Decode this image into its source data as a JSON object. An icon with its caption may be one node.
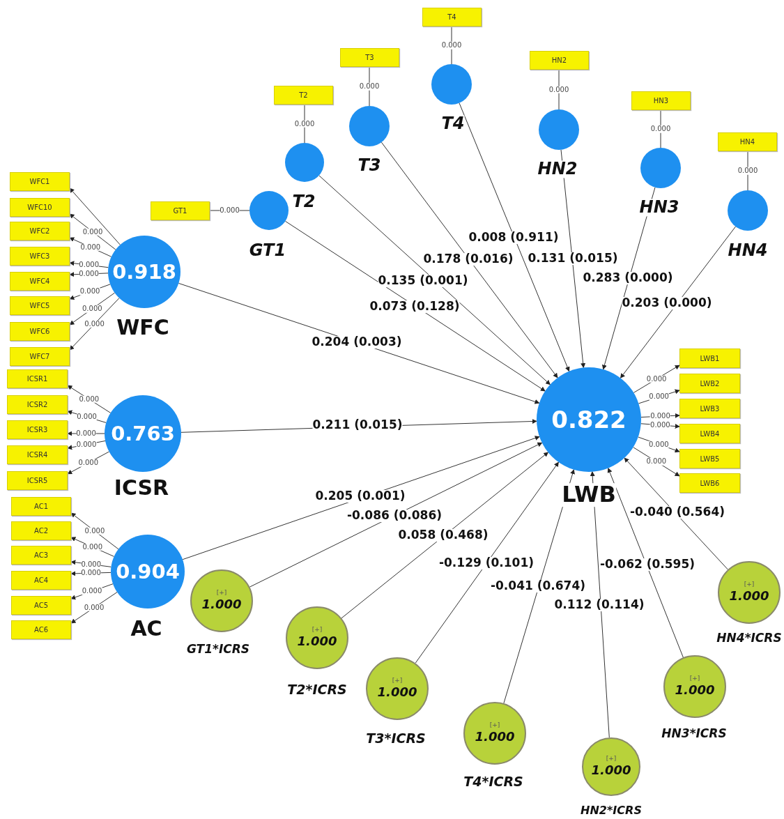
{
  "diagram": {
    "nodes": [
      {
        "text": [
          "WFC1"
        ]
      },
      {
        "text": [
          "WFC10"
        ]
      },
      {
        "text": [
          "WFC2"
        ]
      },
      {
        "text": [
          "WFC3"
        ]
      },
      {
        "text": [
          "WFC4"
        ]
      },
      {
        "text": [
          "WFC5"
        ]
      },
      {
        "text": [
          "WFC6"
        ]
      },
      {
        "text": [
          "WFC7"
        ]
      },
      {
        "text": [
          "ICSR1"
        ]
      },
      {
        "text": [
          "ICSR2"
        ]
      },
      {
        "text": [
          "ICSR3"
        ]
      },
      {
        "text": [
          "ICSR4"
        ]
      },
      {
        "text": [
          "ICSR5"
        ]
      },
      {
        "text": [
          "AC1"
        ]
      },
      {
        "text": [
          "AC2"
        ]
      },
      {
        "text": [
          "AC3"
        ]
      },
      {
        "text": [
          "AC4"
        ]
      },
      {
        "text": [
          "AC5"
        ]
      },
      {
        "text": [
          "AC6"
        ]
      },
      {
        "text": [
          "GT1"
        ]
      },
      {
        "text": [
          "T2"
        ]
      },
      {
        "text": [
          "T3"
        ]
      },
      {
        "text": [
          "T4"
        ]
      },
      {
        "text": [
          "HN2"
        ]
      },
      {
        "text": [
          "HN3"
        ]
      },
      {
        "text": [
          "HN4"
        ]
      },
      {
        "text": [],
        "shape": "circle",
        "beside": [
          "GT1"
        ]
      },
      {
        "text": [],
        "shape": "circle",
        "beside": [
          "T2"
        ]
      },
      {
        "text": [],
        "shape": "circle",
        "beside": [
          "T3"
        ]
      },
      {
        "text": [],
        "shape": "circle",
        "beside": [
          "T4"
        ]
      },
      {
        "text": [],
        "shape": "circle",
        "beside": [
          "HN2"
        ]
      },
      {
        "text": [],
        "shape": "circle",
        "beside": [
          "HN3"
        ]
      },
      {
        "text": [],
        "shape": "circle",
        "beside": [
          "HN4"
        ]
      },
      {
        "text": [
          "0.918"
        ],
        "beside": [
          "WFC"
        ]
      },
      {
        "text": [
          "0.763"
        ],
        "beside": [
          "ICSR"
        ]
      },
      {
        "text": [
          "0.904"
        ],
        "beside": [
          "AC"
        ]
      },
      {
        "text": [
          "0.822"
        ],
        "beside": [
          "LWB"
        ]
      },
      {
        "text": [
          "LWB1"
        ]
      },
      {
        "text": [
          "LWB2"
        ]
      },
      {
        "text": [
          "LWB3"
        ]
      },
      {
        "text": [
          "LWB4"
        ]
      },
      {
        "text": [
          "LWB5"
        ]
      },
      {
        "text": [
          "LWB6"
        ]
      },
      {
        "text": [
          "[+]",
          "1.000"
        ],
        "beside": [
          "GT1*ICRS"
        ]
      },
      {
        "text": [
          "[+]",
          "1.000"
        ],
        "beside": [
          "T2*ICRS"
        ]
      },
      {
        "text": [
          "[+]",
          "1.000"
        ],
        "beside": [
          "T3*ICRS"
        ]
      },
      {
        "text": [
          "[+]",
          "1.000"
        ],
        "beside": [
          "T4*ICRS"
        ]
      },
      {
        "text": [
          "[+]",
          "1.000"
        ],
        "beside": [
          "HN2*ICRS"
        ]
      },
      {
        "text": [
          "[+]",
          "1.000"
        ],
        "beside": [
          "HN3*ICRS"
        ]
      },
      {
        "text": [
          "[+]",
          "1.000"
        ],
        "beside": [
          "HN4*ICRS"
        ]
      }
    ],
    "edges": [
      {
        "from": 33,
        "to": 0,
        "arrow": "to"
      },
      {
        "from": 33,
        "to": 1,
        "arrow": "to",
        "label": "0.000"
      },
      {
        "from": 33,
        "to": 2,
        "arrow": "to",
        "label": "0.000"
      },
      {
        "from": 33,
        "to": 3,
        "arrow": "to",
        "label": "0.000"
      },
      {
        "from": 33,
        "to": 4,
        "arrow": "to",
        "label": "0.000"
      },
      {
        "from": 33,
        "to": 5,
        "arrow": "to",
        "label": "0.000"
      },
      {
        "from": 33,
        "to": 6,
        "arrow": "to",
        "label": "0.000"
      },
      {
        "from": 33,
        "to": 7,
        "arrow": "to",
        "label": "0.000"
      },
      {
        "from": 34,
        "to": 8,
        "arrow": "to",
        "label": "0.000"
      },
      {
        "from": 34,
        "to": 9,
        "arrow": "to",
        "label": "0.000"
      },
      {
        "from": 34,
        "to": 10,
        "arrow": "to",
        "label": "0.000"
      },
      {
        "from": 34,
        "to": 11,
        "arrow": "to",
        "label": "0.000"
      },
      {
        "from": 34,
        "to": 12,
        "arrow": "to",
        "label": "0.000"
      },
      {
        "from": 35,
        "to": 13,
        "arrow": "to",
        "label": "0.000"
      },
      {
        "from": 35,
        "to": 14,
        "arrow": "to",
        "label": "0.000"
      },
      {
        "from": 35,
        "to": 15,
        "arrow": "to",
        "label": "0.000"
      },
      {
        "from": 35,
        "to": 16,
        "arrow": "to",
        "label": "0.000"
      },
      {
        "from": 35,
        "to": 17,
        "arrow": "to",
        "label": "0.000"
      },
      {
        "from": 35,
        "to": 18,
        "arrow": "to",
        "label": "0.000"
      },
      {
        "from": 36,
        "to": 37,
        "arrow": "to",
        "label": "0.000"
      },
      {
        "from": 36,
        "to": 38,
        "arrow": "to",
        "label": "0.000"
      },
      {
        "from": 36,
        "to": 39,
        "arrow": "to",
        "label": "0.000"
      },
      {
        "from": 36,
        "to": 40,
        "arrow": "to",
        "label": "0.000"
      },
      {
        "from": 36,
        "to": 41,
        "arrow": "to",
        "label": "0.000"
      },
      {
        "from": 36,
        "to": 42,
        "arrow": "to",
        "label": "0.000"
      },
      {
        "from": 26,
        "to": 19,
        "arrow": "none",
        "label": "0.000"
      },
      {
        "from": 27,
        "to": 20,
        "arrow": "none",
        "label": "0.000"
      },
      {
        "from": 28,
        "to": 21,
        "arrow": "none",
        "label": "0.000"
      },
      {
        "from": 29,
        "to": 22,
        "arrow": "none",
        "label": "0.000"
      },
      {
        "from": 30,
        "to": 23,
        "arrow": "none",
        "label": "0.000"
      },
      {
        "from": 31,
        "to": 24,
        "arrow": "none",
        "label": "0.000"
      },
      {
        "from": 32,
        "to": 25,
        "arrow": "none",
        "label": "0.000"
      },
      {
        "from": 26,
        "to": 36,
        "arrow": "to",
        "label": "0.073 (0.128)"
      },
      {
        "from": 27,
        "to": 36,
        "arrow": "to",
        "label": "0.135 (0.001)"
      },
      {
        "from": 28,
        "to": 36,
        "arrow": "to",
        "label": "0.178 (0.016)"
      },
      {
        "from": 29,
        "to": 36,
        "arrow": "to",
        "label": "0.008 (0.911)"
      },
      {
        "from": 30,
        "to": 36,
        "arrow": "to",
        "label": "0.131 (0.015)"
      },
      {
        "from": 31,
        "to": 36,
        "arrow": "to",
        "label": "0.283 (0.000)"
      },
      {
        "from": 32,
        "to": 36,
        "arrow": "to",
        "label": "0.203 (0.000)"
      },
      {
        "from": 33,
        "to": 36,
        "arrow": "to",
        "label": "0.204 (0.003)"
      },
      {
        "from": 34,
        "to": 36,
        "arrow": "to",
        "label": "0.211 (0.015)"
      },
      {
        "from": 35,
        "to": 36,
        "arrow": "to",
        "label": "0.205 (0.001)"
      },
      {
        "from": 43,
        "to": 36,
        "arrow": "to",
        "label": "-0.086 (0.086)"
      },
      {
        "from": 44,
        "to": 36,
        "arrow": "to",
        "label": "0.058 (0.468)"
      },
      {
        "from": 45,
        "to": 36,
        "arrow": "to",
        "label": "-0.129 (0.101)"
      },
      {
        "from": 46,
        "to": 36,
        "arrow": "to",
        "label": "-0.041 (0.674)"
      },
      {
        "from": 47,
        "to": 36,
        "arrow": "to",
        "label": "0.112 (0.114)"
      },
      {
        "from": 48,
        "to": 36,
        "arrow": "to",
        "label": "-0.062 (0.595)"
      },
      {
        "from": 49,
        "to": 36,
        "arrow": "to",
        "label": "-0.040 (0.564)"
      }
    ]
  }
}
